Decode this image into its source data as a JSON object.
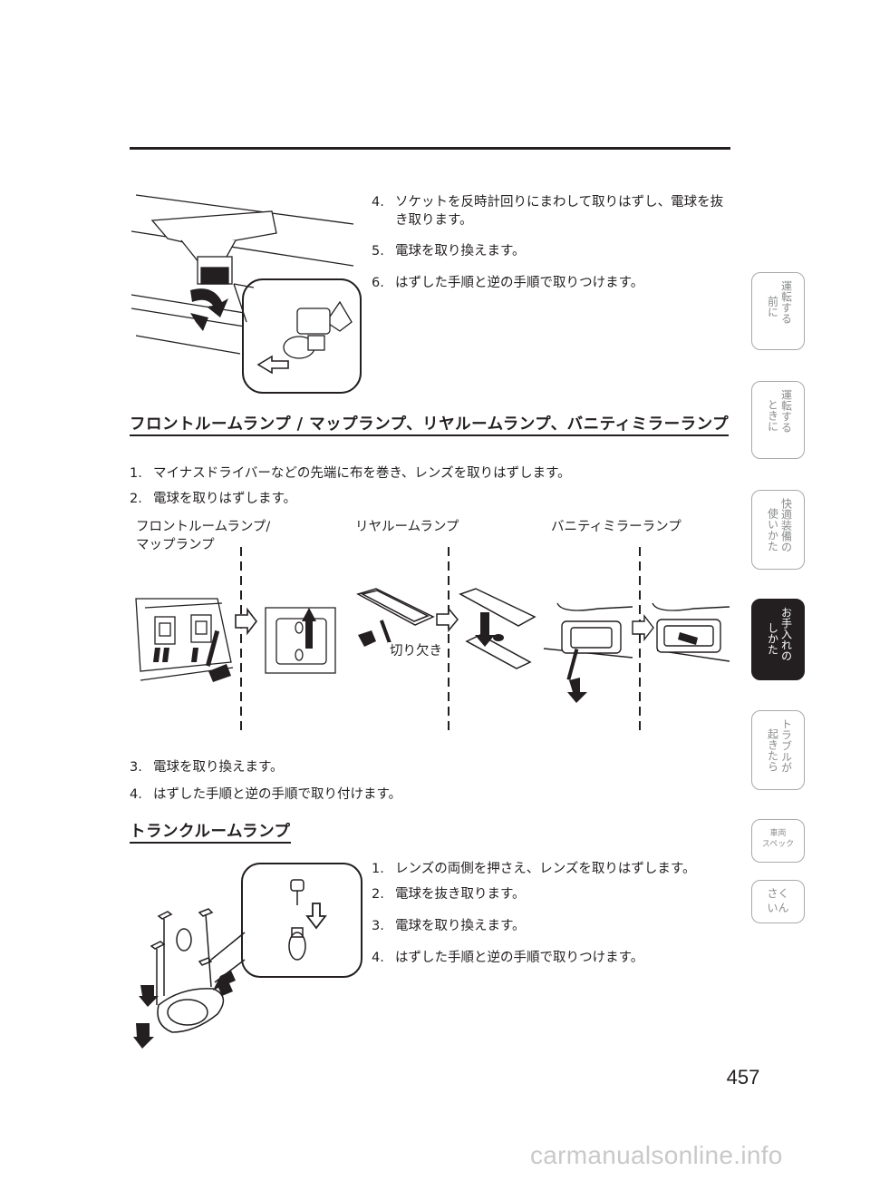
{
  "section1": {
    "steps": [
      {
        "num": "4.",
        "text": "ソケットを反時計回りにまわして取りはずし、電球を抜き取ります。"
      },
      {
        "num": "5.",
        "text": "電球を取り換えます。"
      },
      {
        "num": "6.",
        "text": "はずした手順と逆の手順で取りつけます。"
      }
    ]
  },
  "section2": {
    "heading": "フロントルームランプ / マップランプ、リヤルームランプ、バニティミラーランプ",
    "steps_a": [
      {
        "num": "1.",
        "text": "マイナスドライバーなどの先端に布を巻き、レンズを取りはずします。"
      },
      {
        "num": "2.",
        "text": "電球を取りはずします。"
      }
    ],
    "captions": [
      "フロントルームランプ/",
      "マップランプ",
      "リヤルームランプ",
      "バニティミラーランプ"
    ],
    "notch_label": "切り欠き",
    "steps_b": [
      {
        "num": "3.",
        "text": "電球を取り換えます。"
      },
      {
        "num": "4.",
        "text": "はずした手順と逆の手順で取り付けます。"
      }
    ]
  },
  "section3": {
    "heading": "トランクルームランプ",
    "steps": [
      {
        "num": "1.",
        "text": "レンズの両側を押さえ、レンズを取りはずします。"
      },
      {
        "num": "2.",
        "text": "電球を抜き取ります。"
      },
      {
        "num": "3.",
        "text": "電球を取り換えます。"
      },
      {
        "num": "4.",
        "text": "はずした手順と逆の手順で取りつけます。"
      }
    ]
  },
  "side_tabs": [
    {
      "cols": [
        "運転する",
        "前に"
      ],
      "active": false
    },
    {
      "cols": [
        "運転する",
        "ときに"
      ],
      "active": false
    },
    {
      "cols": [
        "快適装備の",
        "使いかた"
      ],
      "active": false
    },
    {
      "cols": [
        "お手入れの",
        "しかた"
      ],
      "active": true
    },
    {
      "cols": [
        "トラブルが",
        "起きたら"
      ],
      "active": false
    },
    {
      "rows": [
        "車両",
        "スペック"
      ],
      "active": false
    },
    {
      "rows": [
        "さく",
        "いん"
      ],
      "active": false
    }
  ],
  "page_number": "457",
  "watermark": "carmanualsonline.info",
  "colors": {
    "ink": "#231f20",
    "tab_border": "#a7a9ac",
    "tab_text": "#8a8c8e",
    "watermark": "#c9c9c9"
  }
}
